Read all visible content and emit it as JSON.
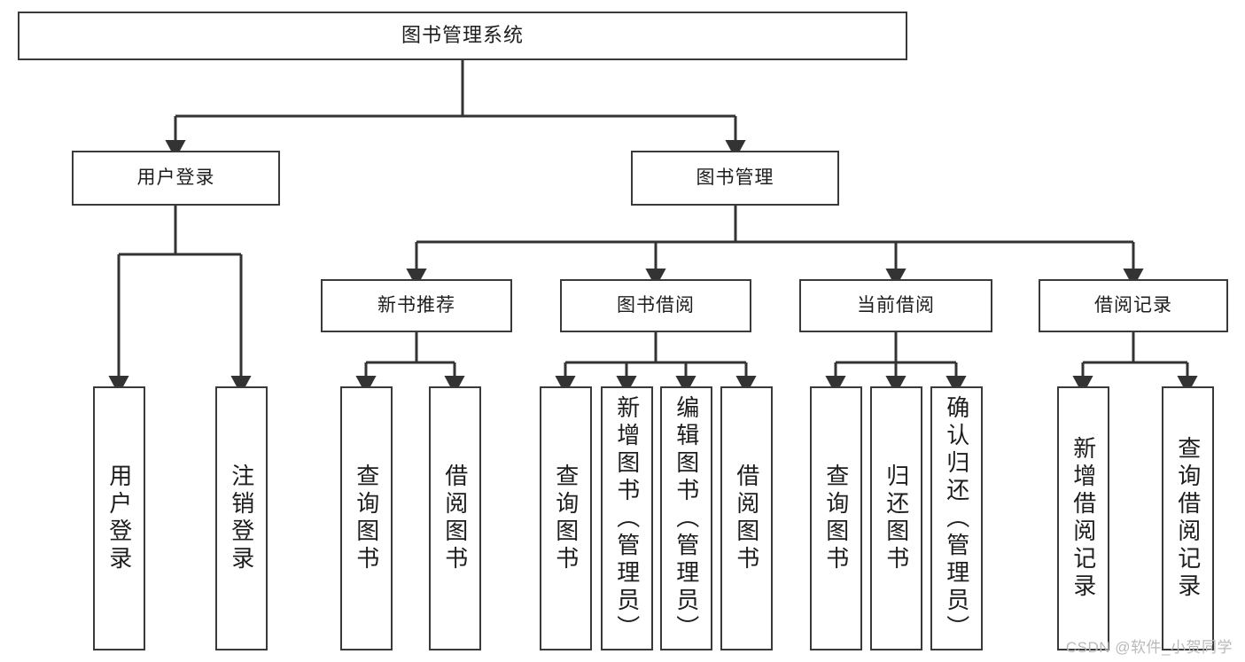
{
  "diagram": {
    "title": "图书管理系统",
    "type": "tree",
    "watermark": "CSDN @软件_小贺同学",
    "colors": {
      "box_border": "#3a3a3a",
      "box_fill": "#ffffff",
      "connector": "#333333",
      "text": "#1d1d1d",
      "watermark": "#b9b9b9",
      "background": "#ffffff"
    },
    "nodes": {
      "root": {
        "label": "图书管理系统",
        "level": 1,
        "orientation": "horizontal"
      },
      "l2": [
        {
          "label": "用户登录",
          "level": 2,
          "orientation": "horizontal"
        },
        {
          "label": "图书管理",
          "level": 2,
          "orientation": "horizontal"
        }
      ],
      "l3": [
        {
          "label": "新书推荐",
          "level": 3,
          "orientation": "horizontal"
        },
        {
          "label": "图书借阅",
          "level": 3,
          "orientation": "horizontal"
        },
        {
          "label": "当前借阅",
          "level": 3,
          "orientation": "horizontal"
        },
        {
          "label": "借阅记录",
          "level": 3,
          "orientation": "horizontal"
        }
      ],
      "leaves": {
        "user_login": [
          {
            "label": "用户登录",
            "orientation": "vertical"
          },
          {
            "label": "注销登录",
            "orientation": "vertical"
          }
        ],
        "new_book_recommend": [
          {
            "label": "查询图书",
            "orientation": "vertical"
          },
          {
            "label": "借阅图书",
            "orientation": "vertical"
          }
        ],
        "book_borrow": [
          {
            "label": "查询图书",
            "orientation": "vertical"
          },
          {
            "label": "新增图书（管理员）",
            "orientation": "vertical"
          },
          {
            "label": "编辑图书（管理员）",
            "orientation": "vertical"
          },
          {
            "label": "借阅图书",
            "orientation": "vertical"
          }
        ],
        "current_borrow": [
          {
            "label": "查询图书",
            "orientation": "vertical"
          },
          {
            "label": "归还图书",
            "orientation": "vertical"
          },
          {
            "label": "确认归还（管理员）",
            "orientation": "vertical"
          }
        ],
        "borrow_records": [
          {
            "label": "新增借阅记录",
            "orientation": "vertical"
          },
          {
            "label": "查询借阅记录",
            "orientation": "vertical"
          }
        ]
      }
    }
  }
}
